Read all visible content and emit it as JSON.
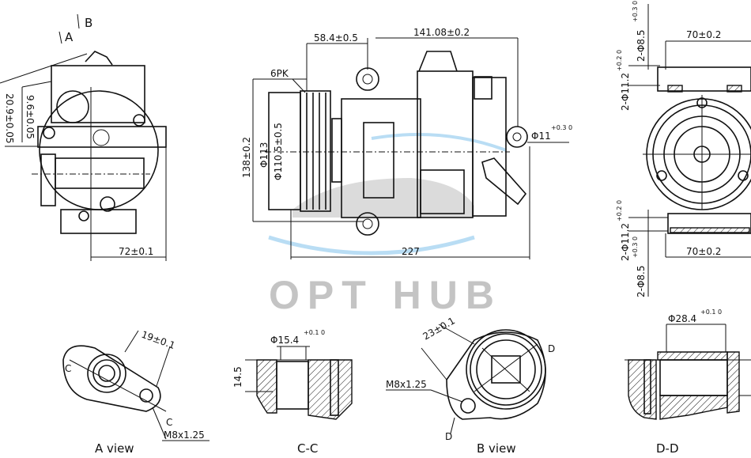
{
  "watermark": "OPT HUB",
  "colors": {
    "line": "#111111",
    "watermark_text": "#c4c4c4",
    "watermark_swoosh": "#3aa0e0"
  },
  "side_view": {
    "arrow_a": "A",
    "arrow_b": "B",
    "dim_height_1": "20.9±0.05",
    "dim_height_2": "9.6±0.05",
    "dim_width": "72±0.1"
  },
  "front_view": {
    "dim_pulley_offset": "58.4±0.5",
    "dim_mount_span": "141.08±0.2",
    "belt_type": "6PK",
    "dim_height": "138±0.2",
    "dim_pulley_dia": "Φ113",
    "dim_pulley_inner_dia": "Φ110.5±0.5",
    "dim_hole_dia": "Φ11",
    "dim_hole_tol": "+0.3 0",
    "dim_length": "227"
  },
  "end_view": {
    "dim_top_span": "70±0.2",
    "dim_bottom_span": "70±0.2",
    "top_hole_1": "2-Φ8.5",
    "top_hole_1_tol": "+0.3 0",
    "top_hole_2": "2-Φ11.2",
    "top_hole_2_tol": "+0.2 0",
    "bottom_hole_1": "2-Φ11.2",
    "bottom_hole_1_tol": "+0.2 0",
    "bottom_hole_2": "2-Φ8.5",
    "bottom_hole_2_tol": "+0.3 0"
  },
  "details": {
    "a_view": {
      "title": "A view",
      "dim": "19±0.1",
      "thread": "M8x1.25",
      "section_mark": "C"
    },
    "c_section": {
      "title": "C-C",
      "dim_dia": "Φ15.4",
      "dim_dia_tol": "+0.1 0",
      "dim_depth": "14.5"
    },
    "b_view": {
      "title": "B view",
      "dim": "23±0.1",
      "thread": "M8x1.25",
      "section_mark": "D"
    },
    "d_section": {
      "title": "D-D",
      "dim_dia": "Φ28.4",
      "dim_dia_tol": "+0.1 0"
    }
  }
}
